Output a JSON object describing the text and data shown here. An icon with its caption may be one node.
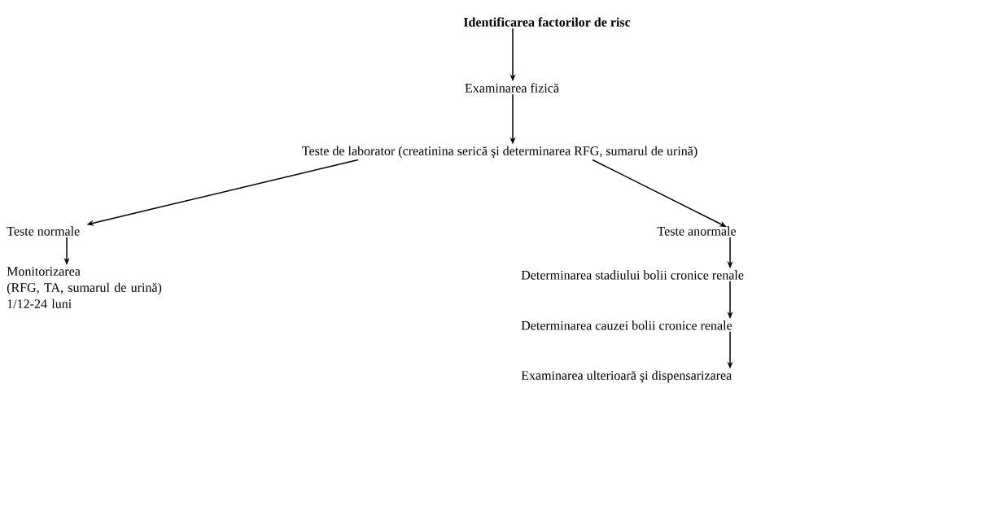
{
  "diagram": {
    "nodes": [
      {
        "text": [
          "Identificarea factorilor de risc"
        ]
      },
      {
        "text": [
          "Examinarea fizică"
        ]
      },
      {
        "text": [
          "Teste de laborator (creatinina serică şi determinarea RFG, sumarul de urină)"
        ]
      },
      {
        "text": [
          "Teste normale"
        ]
      },
      {
        "text": [
          "Monitorizarea",
          "(RFG, TA, sumarul de urină) 1/12-24 luni"
        ]
      },
      {
        "text": [
          "Teste anormale"
        ]
      },
      {
        "text": [
          "Determinarea stadiului bolii cronice renale"
        ]
      },
      {
        "text": [
          "Determinarea cauzei bolii cronice renale"
        ]
      },
      {
        "text": [
          "Examinarea ulterioară şi dispensarizarea"
        ]
      }
    ],
    "edges": [
      {
        "from": 0,
        "to": 1,
        "arrow": "to"
      },
      {
        "from": 1,
        "to": 2,
        "arrow": "to"
      },
      {
        "from": 2,
        "to": 3,
        "arrow": "to"
      },
      {
        "from": 2,
        "to": 5,
        "arrow": "to"
      },
      {
        "from": 3,
        "to": 4,
        "arrow": "to"
      },
      {
        "from": 5,
        "to": 6,
        "arrow": "to"
      },
      {
        "from": 6,
        "to": 7,
        "arrow": "to"
      },
      {
        "from": 7,
        "to": 8,
        "arrow": "to"
      }
    ]
  }
}
